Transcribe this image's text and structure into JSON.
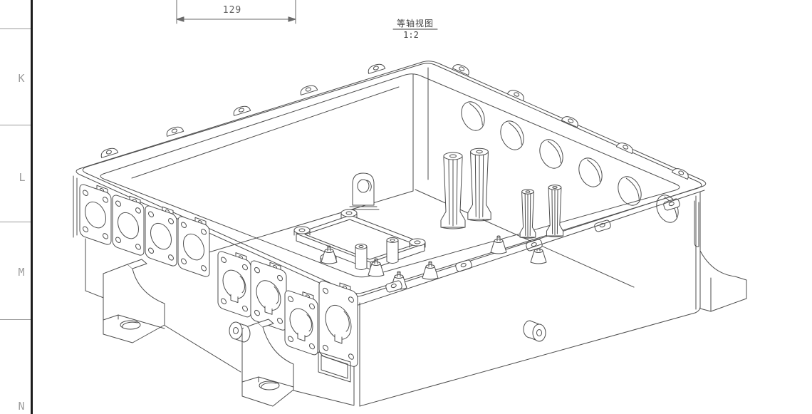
{
  "frame": {
    "zones": [
      "K",
      "L",
      "M",
      "N"
    ]
  },
  "top_dimension": {
    "value": "129"
  },
  "view_label": {
    "title": "等轴视图",
    "scale": "1:2"
  },
  "colors": {
    "background": "#ffffff",
    "drawing_line": "#4d4d4d",
    "sheet_border": "#1c1c1c",
    "zone_divider": "#9a9a9a",
    "zone_letter": "#9c9c9c",
    "dimension_text": "#606060"
  }
}
